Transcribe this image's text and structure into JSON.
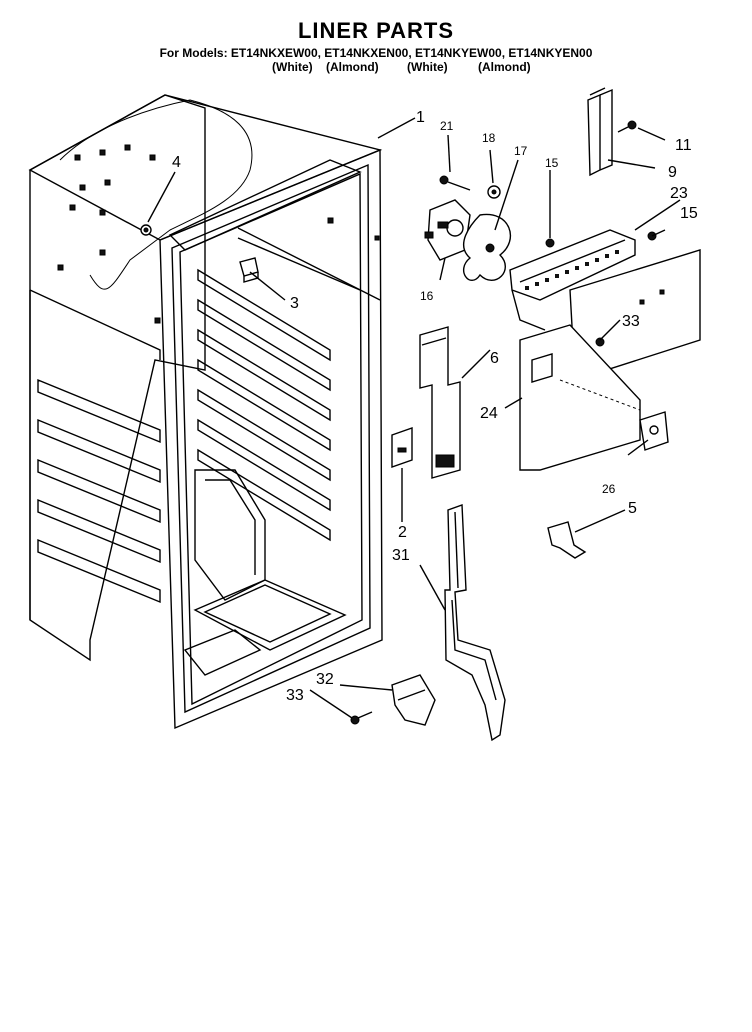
{
  "header": {
    "title": "LINER PARTS",
    "models_line": "For Models: ET14NKXEW00, ET14NKXEN00, ET14NKYEW00, ET14NKYEN00",
    "colors": [
      "(White)",
      "(Almond)",
      "(White)",
      "(Almond)"
    ]
  },
  "callouts": {
    "c1": "1",
    "c2": "2",
    "c3": "3",
    "c4": "4",
    "c5": "5",
    "c6": "6",
    "c9": "9",
    "c11": "11",
    "c15a": "15",
    "c15b": "15",
    "c16": "16",
    "c17": "17",
    "c18": "18",
    "c21": "21",
    "c23": "23",
    "c24": "24",
    "c26": "26",
    "c31": "31",
    "c32": "32",
    "c33a": "33",
    "c33b": "33"
  }
}
